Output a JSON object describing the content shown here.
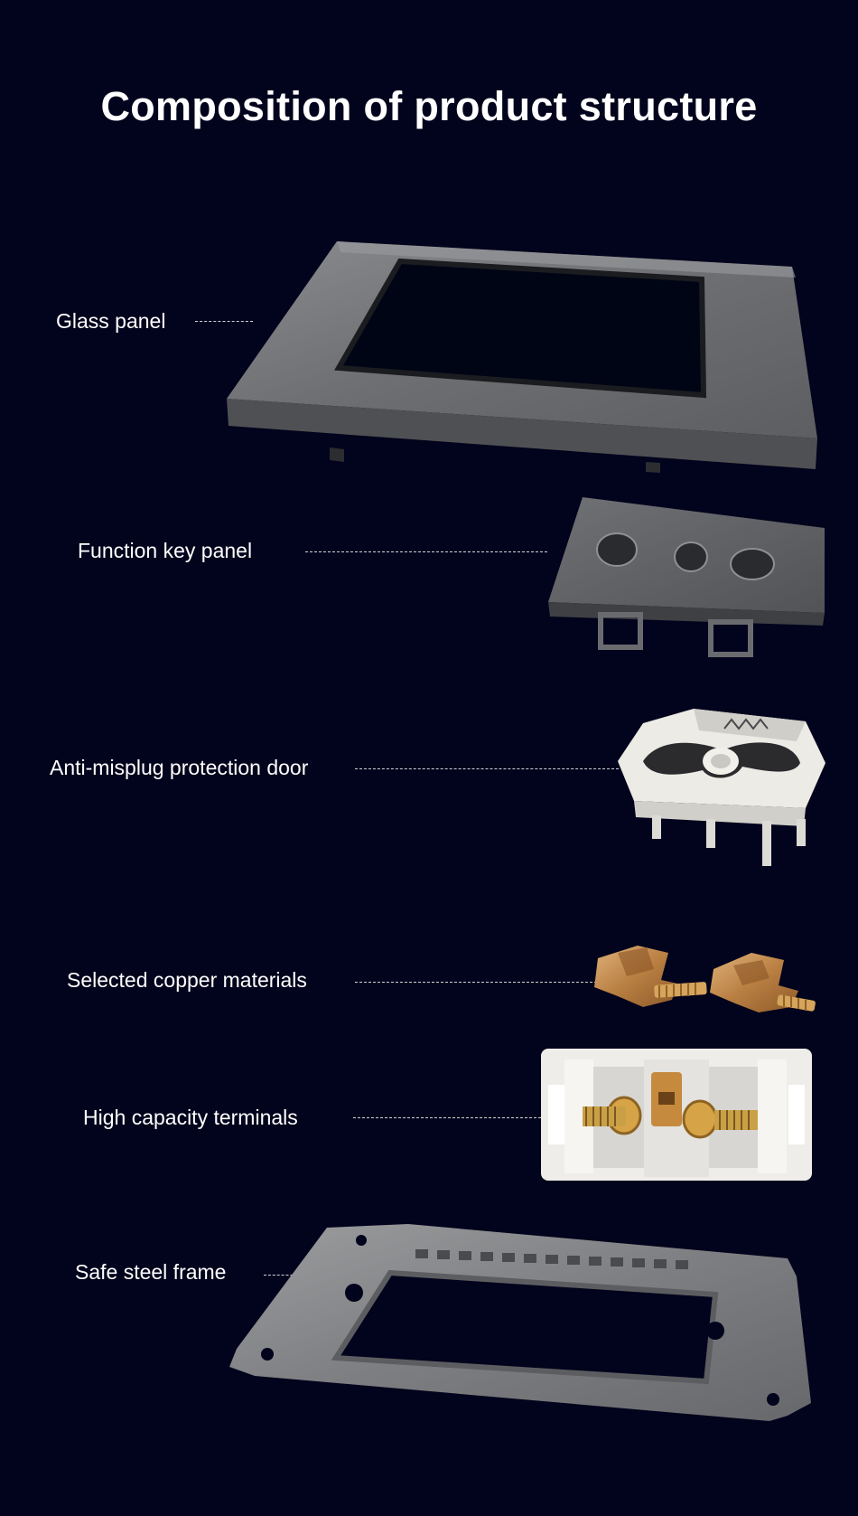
{
  "page": {
    "title": "Composition of product structure"
  },
  "components": [
    {
      "id": "glass",
      "label": "Glass panel",
      "image": "glass-panel-illustration"
    },
    {
      "id": "function",
      "label": "Function key panel",
      "image": "function-key-panel-illustration"
    },
    {
      "id": "door",
      "label": "Anti-misplug protection door",
      "image": "protection-door-illustration"
    },
    {
      "id": "copper",
      "label": "Selected copper materials",
      "image": "copper-contacts-illustration"
    },
    {
      "id": "terminals",
      "label": "High capacity terminals",
      "image": "terminal-block-illustration"
    },
    {
      "id": "frame",
      "label": "Safe steel frame",
      "image": "steel-frame-illustration"
    }
  ],
  "colors": {
    "background": "#02031c",
    "text": "#ffffff",
    "leader": "#cfd2dc",
    "glass": "#6e6f72",
    "function_panel": "#5f6064",
    "plastic": "#e9e9e4",
    "copper": "#c08a4b",
    "steel": "#8a8b8e"
  }
}
